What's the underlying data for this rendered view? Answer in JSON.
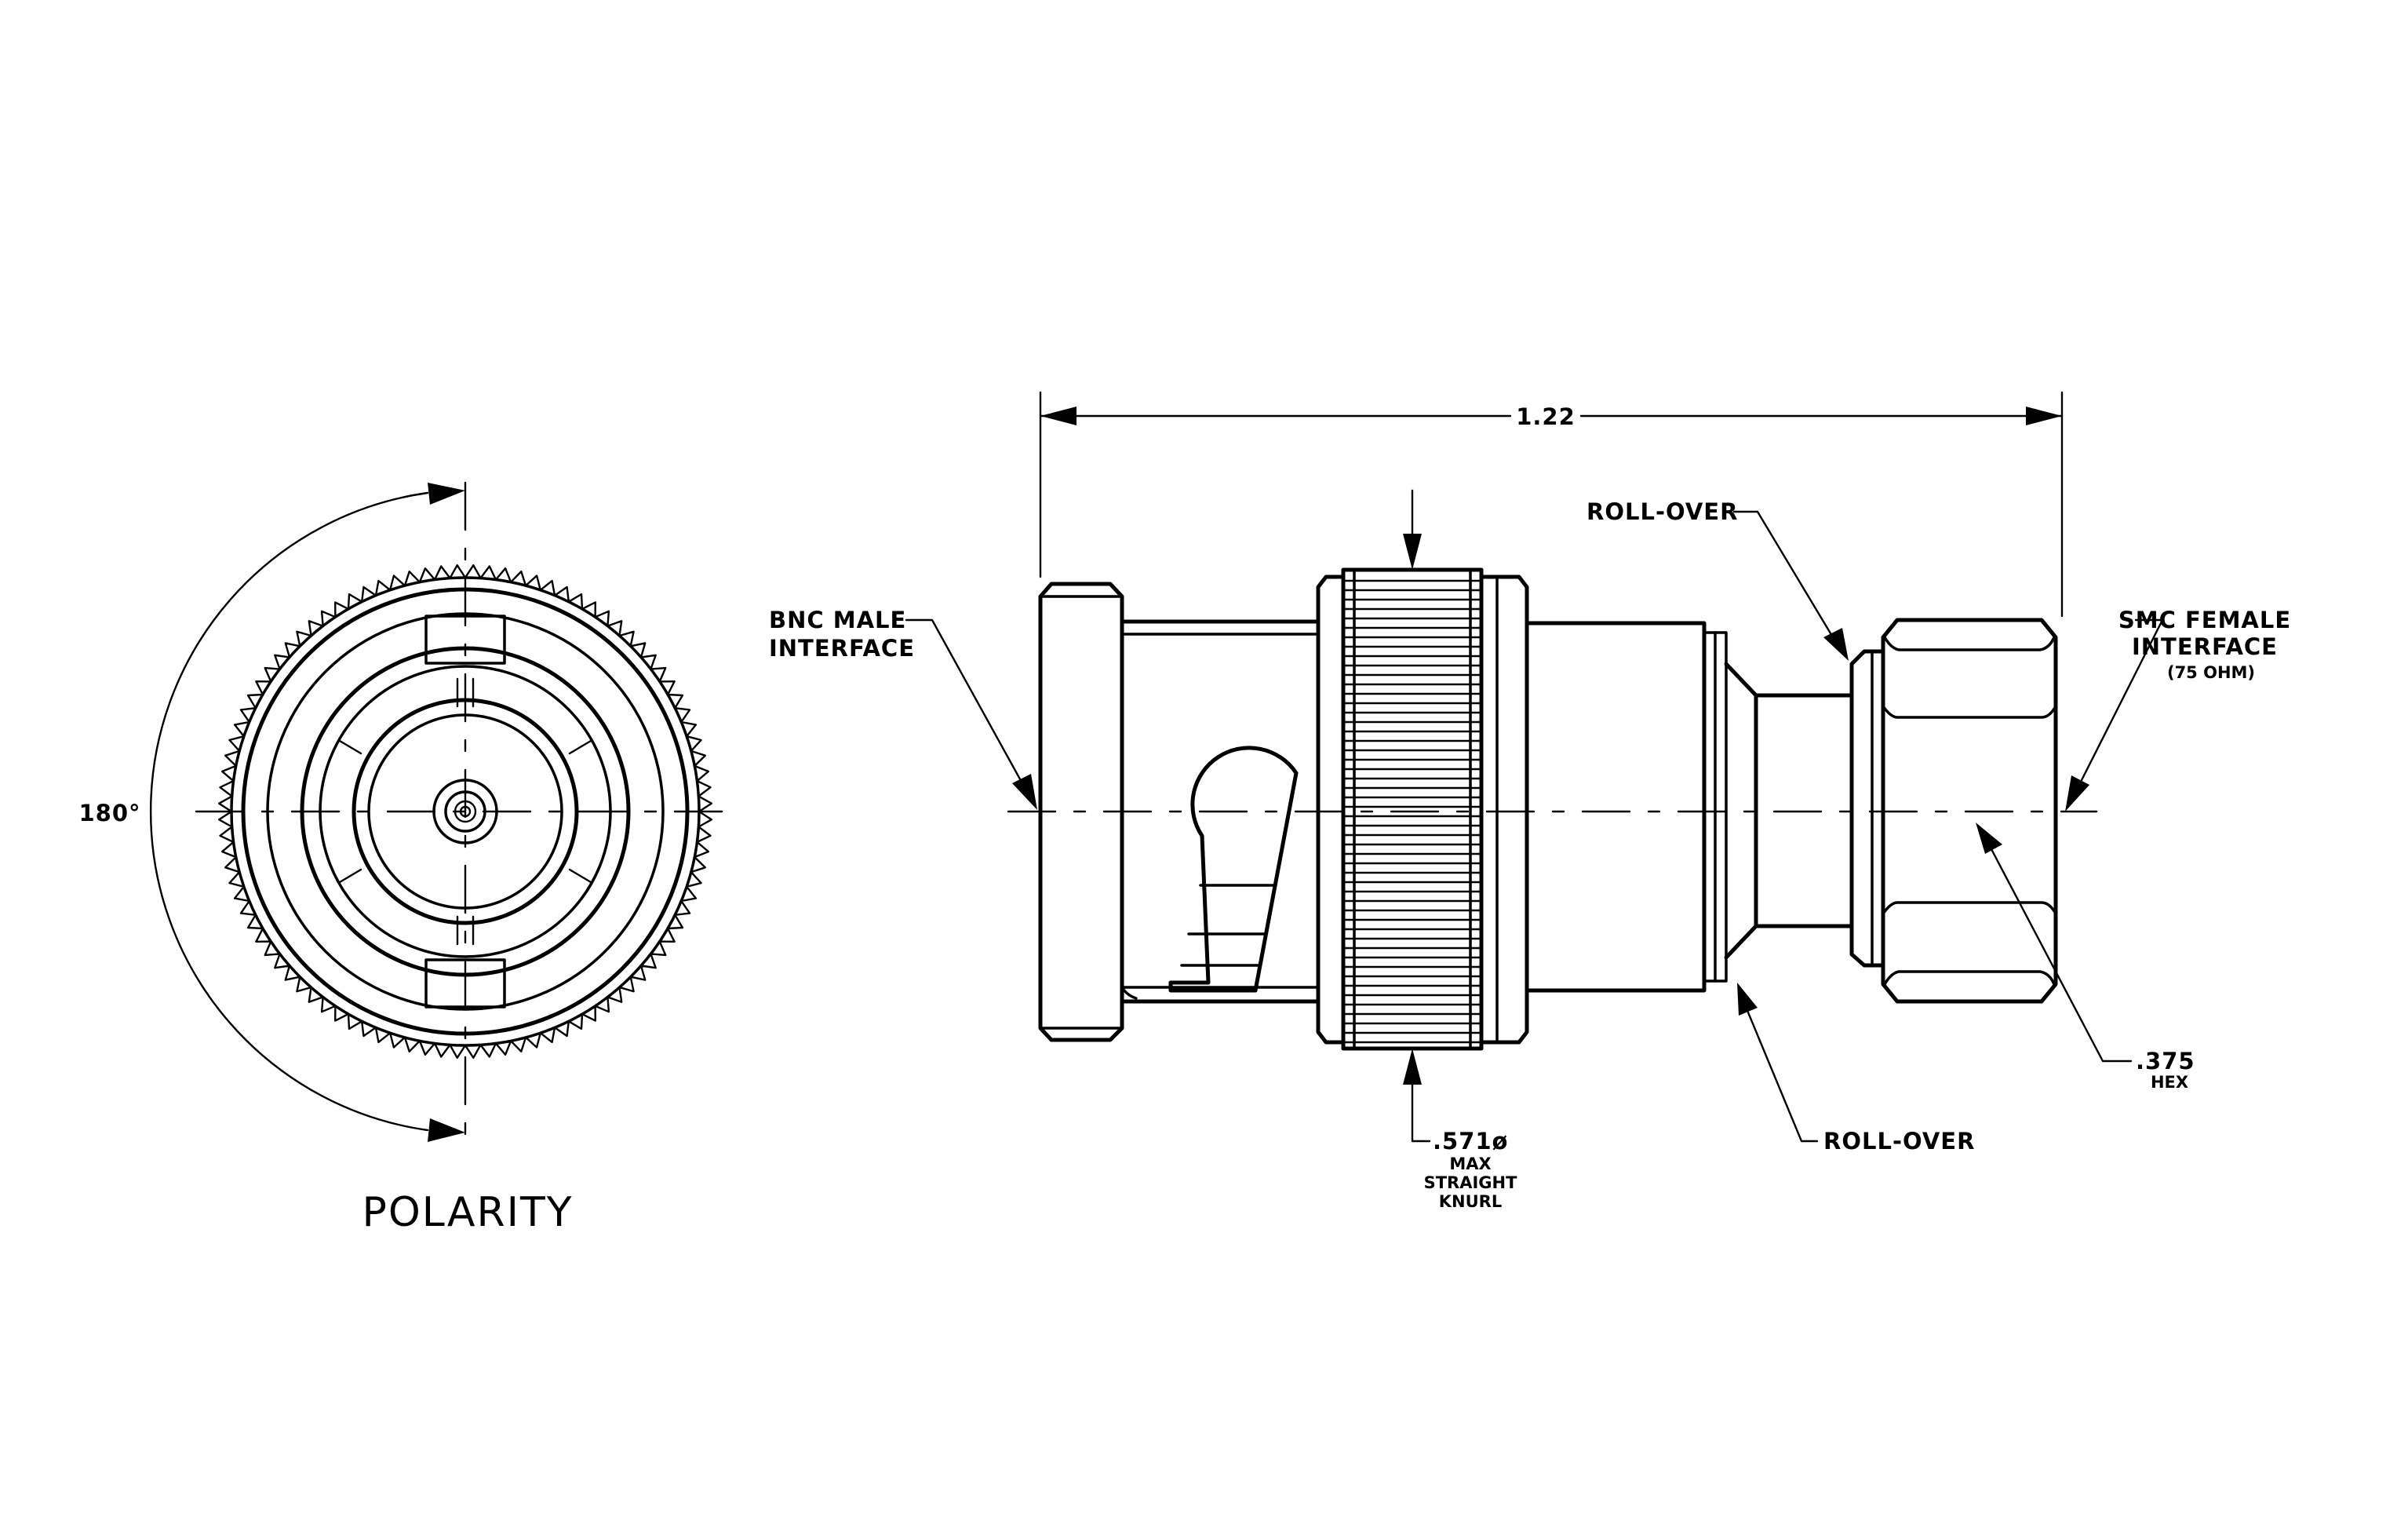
{
  "front_view": {
    "angle_label": "180°",
    "title": "POLARITY"
  },
  "side_view": {
    "overall_length": "1.22",
    "bnc_interface": [
      "BNC MALE",
      "INTERFACE"
    ],
    "smc_interface": [
      "SMC FEMALE",
      "INTERFACE",
      "(75 OHM)"
    ],
    "roll_over_top": "ROLL-OVER",
    "roll_over_bottom": "ROLL-OVER",
    "knurl": [
      ".571ø",
      "MAX",
      "STRAIGHT",
      "KNURL"
    ],
    "hex": [
      ".375",
      "HEX"
    ]
  }
}
